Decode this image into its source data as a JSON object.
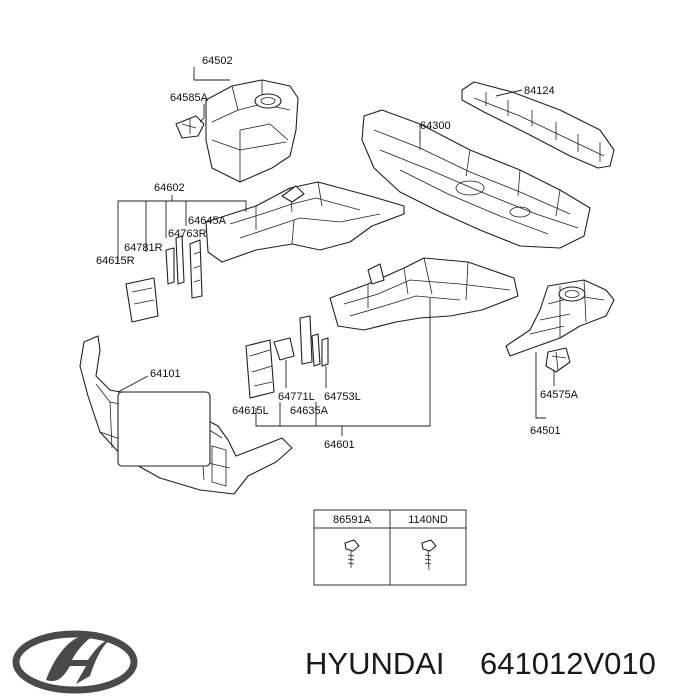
{
  "labels": {
    "p64502": "64502",
    "p64585A": "64585A",
    "p84124": "84124",
    "p64300": "64300",
    "p64602": "64602",
    "p64645A": "64645A",
    "p64763R": "64763R",
    "p64781R": "64781R",
    "p64615R": "64615R",
    "p64101": "64101",
    "p64771L": "64771L",
    "p64753L": "64753L",
    "p64615L": "64615L",
    "p64635A": "64635A",
    "p64601": "64601",
    "p64575A": "64575A",
    "p64501": "64501"
  },
  "fastener_table": {
    "headers": [
      "86591A",
      "1140ND"
    ]
  },
  "footer": {
    "brand": "HYUNDAI",
    "part_number": "641012V010"
  },
  "logo": {
    "brand": "Hyundai",
    "icon": "hyundai-logo-icon"
  }
}
